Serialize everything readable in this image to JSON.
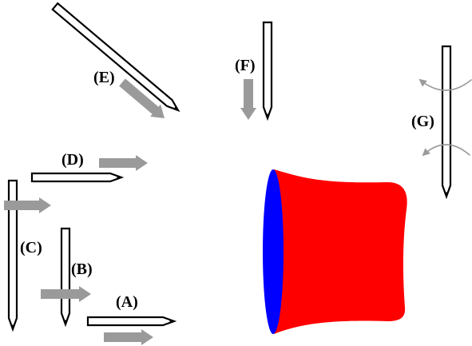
{
  "diagram": {
    "labels": {
      "A": "(A)",
      "B": "(B)",
      "C": "(C)",
      "D": "(D)",
      "E": "(E)",
      "F": "(F)",
      "G": "(G)"
    },
    "icons": {
      "pencil": "pencil-icon",
      "motion_arrow": "right-arrow-icon",
      "rotation": "rotation-arrow-icon",
      "target": "bulging-cylinder-shape"
    },
    "colors": {
      "arrow": "#9a9a9a",
      "target_side": "#ff0000",
      "target_face": "#0000ff",
      "outline": "#000000"
    }
  }
}
